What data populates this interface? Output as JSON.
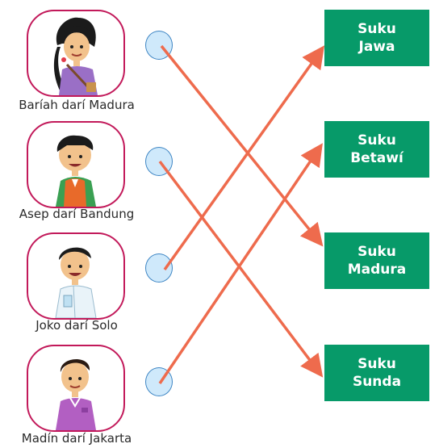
{
  "people": [
    {
      "caption": "Baríah darí Madura",
      "icon": "girl-with-bag-icon"
    },
    {
      "caption": "Asep darí Bandung",
      "icon": "boy-orange-vest-icon"
    },
    {
      "caption": "Joko darí Solo",
      "icon": "boy-white-shirt-icon"
    },
    {
      "caption": "Madín darí Jakarta",
      "icon": "boy-purple-shirt-icon"
    }
  ],
  "tribes": [
    {
      "line1": "Suku",
      "line2": "Jawa"
    },
    {
      "line1": "Suku",
      "line2": "Betawí"
    },
    {
      "line1": "Suku",
      "line2": "Madura"
    },
    {
      "line1": "Suku",
      "line2": "Sunda"
    }
  ],
  "colors": {
    "frame_border": "#c2195a",
    "tribe_box": "#079a69",
    "arrow": "#ee6b4d",
    "dot_fill": "#cfe9fb",
    "dot_border": "#3f86c4"
  }
}
